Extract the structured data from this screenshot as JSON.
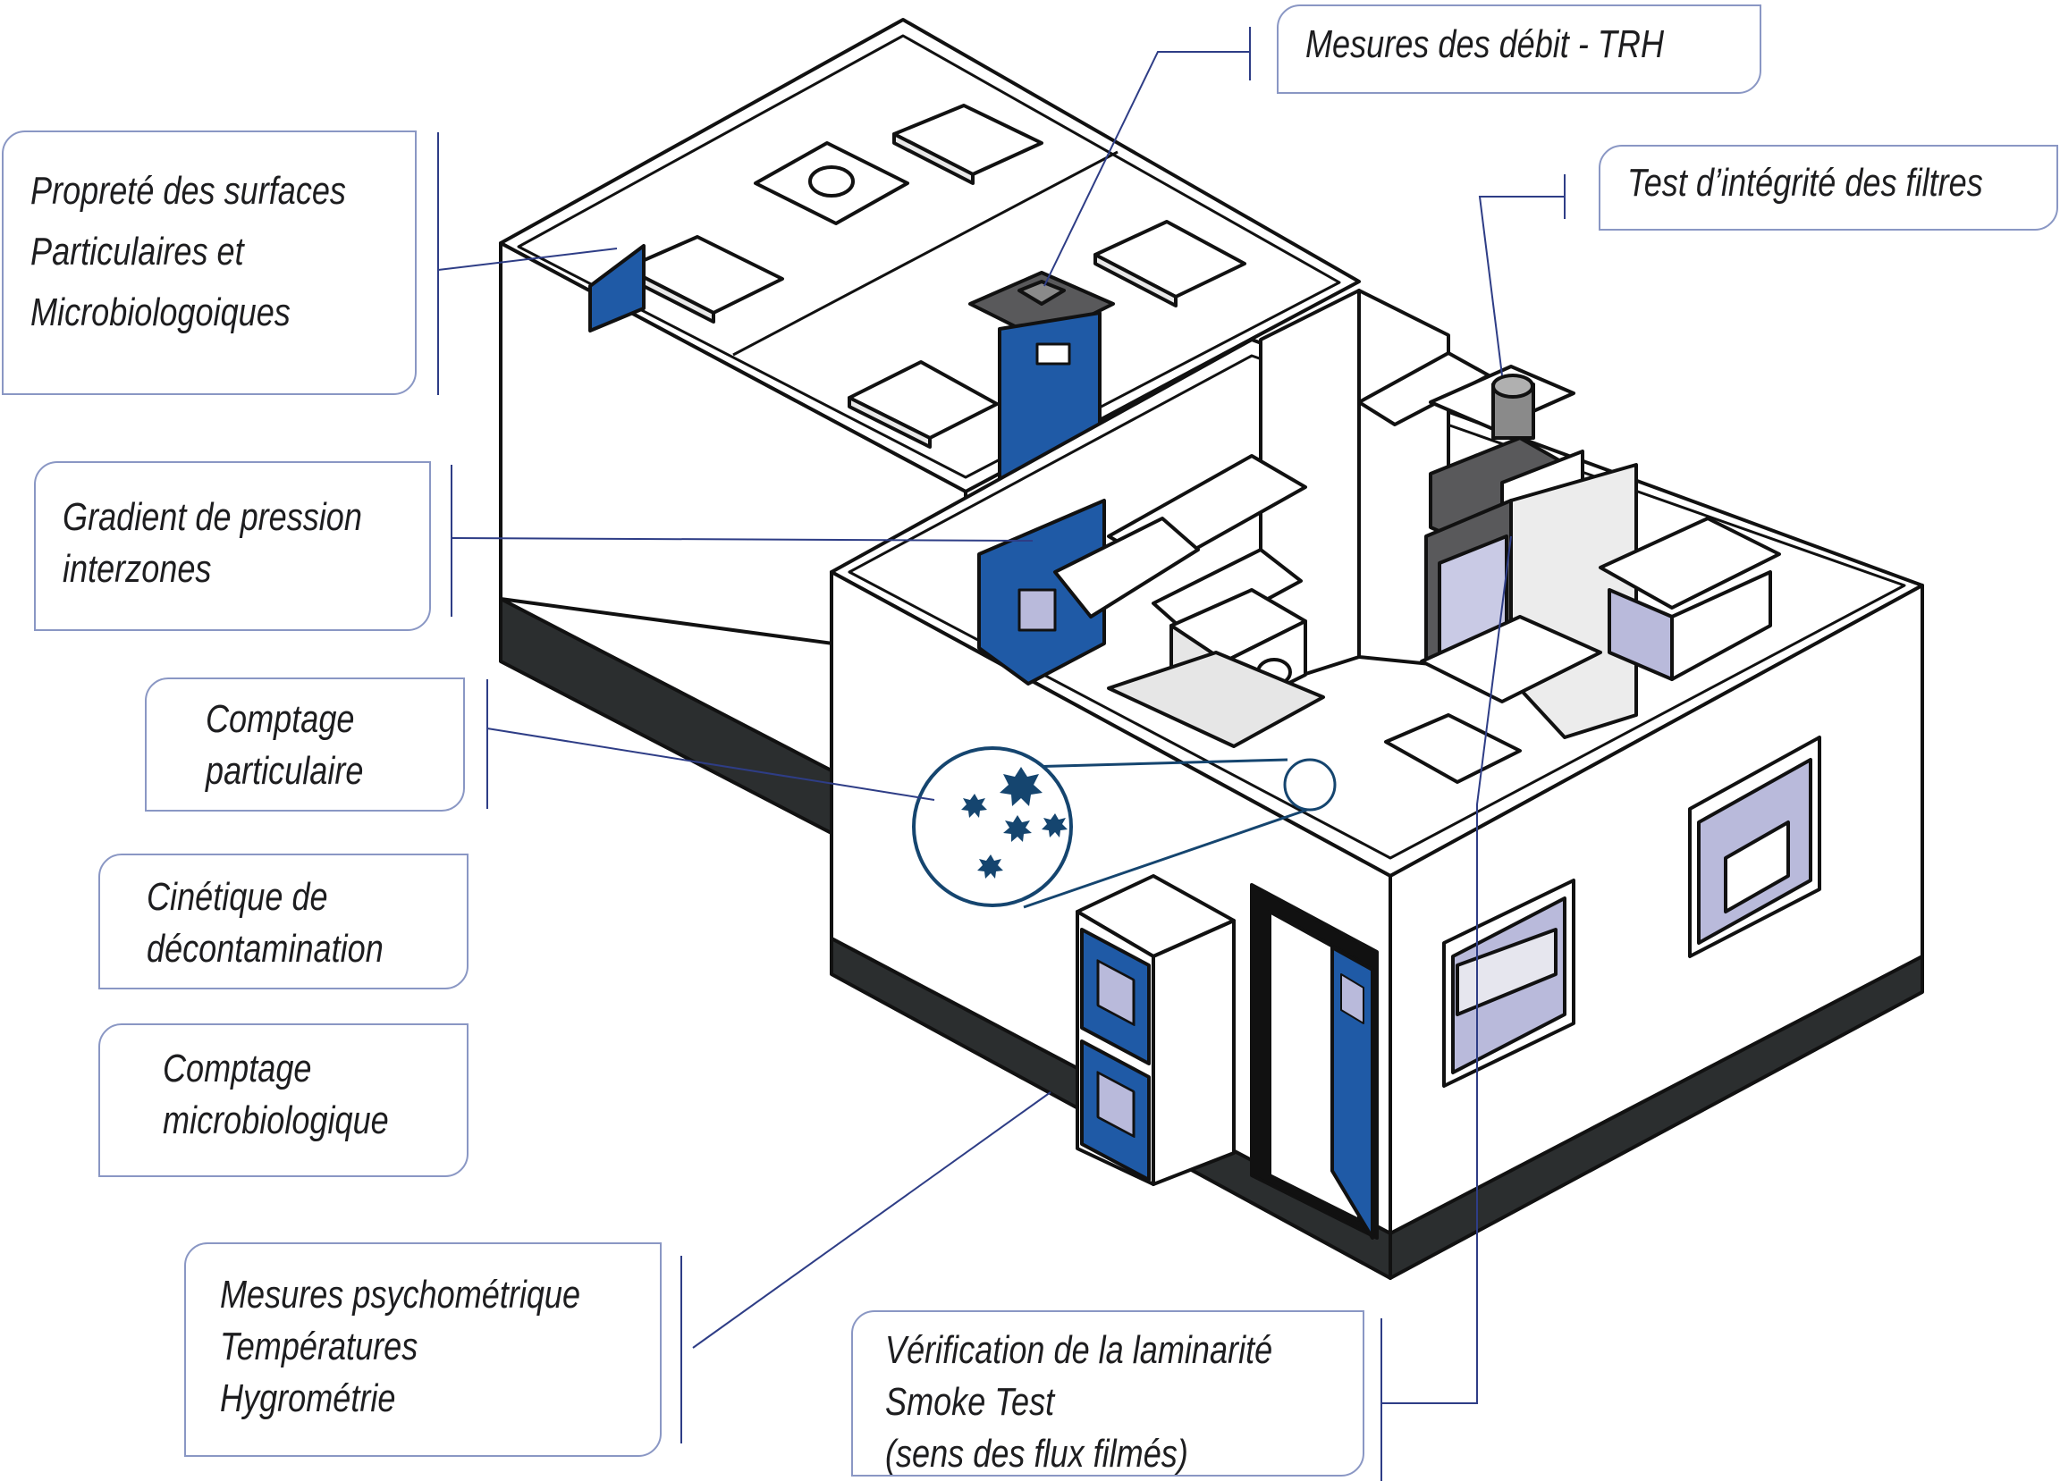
{
  "colors": {
    "blue": "#1f5aa6",
    "dark_blue": "#15456f",
    "connector": "#2e3d86",
    "callout_border": "#8a97c4",
    "window_glass": "#b9badb",
    "outline": "#111111",
    "grey_hood": "#59595b"
  },
  "callouts": {
    "debit": {
      "lines": [
        "Mesures des débit - TRH"
      ]
    },
    "filtres": {
      "lines": [
        "Test d’intégrité des filtres"
      ]
    },
    "surfaces": {
      "lines": [
        "Propreté des surfaces",
        "Particulaires et",
        "Microbiologoiques"
      ]
    },
    "gradient": {
      "lines": [
        "Gradient de pression",
        "interzones"
      ]
    },
    "comptage_part": {
      "lines": [
        "Comptage",
        "particulaire"
      ]
    },
    "cinetique": {
      "lines": [
        "Cinétique de",
        "décontamination"
      ]
    },
    "comptage_micro": {
      "lines": [
        "Comptage",
        "microbiologique"
      ]
    },
    "psychro": {
      "lines": [
        "Mesures psychométrique",
        "Températures",
        "Hygrométrie"
      ]
    },
    "laminarite": {
      "lines": [
        "Vérification de la laminarité",
        "Smoke Test",
        "(sens des flux filmés)"
      ]
    }
  }
}
